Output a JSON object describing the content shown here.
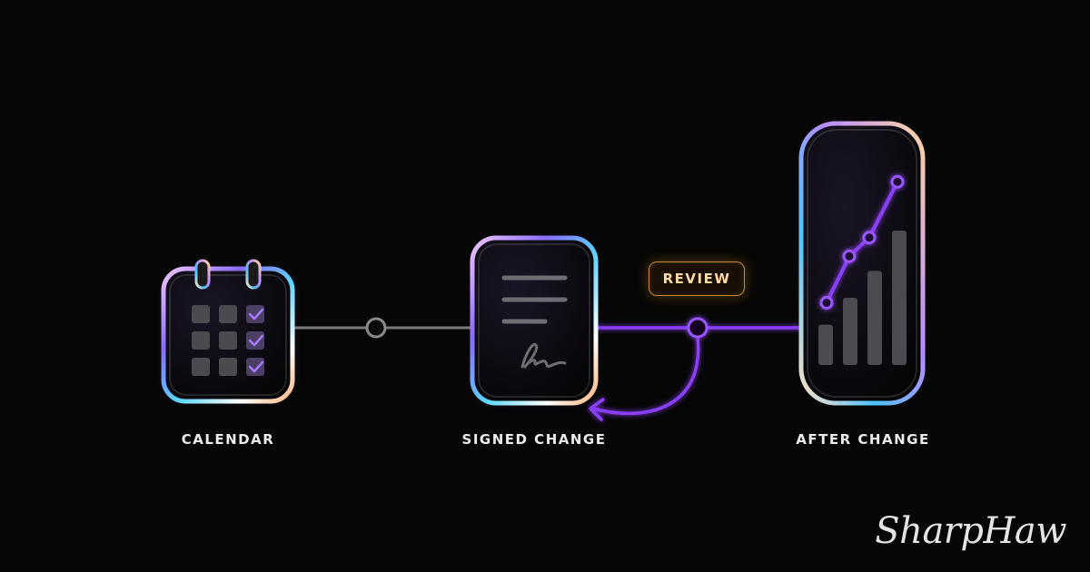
{
  "nodes": [
    {
      "id": "calendar",
      "label": "CALENDAR"
    },
    {
      "id": "signed",
      "label": "SIGNED CHANGE"
    },
    {
      "id": "after",
      "label": "AFTER CHANGE"
    }
  ],
  "badge": {
    "label": "REVIEW"
  },
  "brand": {
    "name": "SharpHaw"
  },
  "chart_data": {
    "type": "bar",
    "bar_values": [
      3,
      5,
      7,
      10
    ],
    "line_values": [
      3,
      5.5,
      6.5,
      9.5
    ]
  },
  "colors": {
    "background": "#060606",
    "connector_gray": "#7a7a7a",
    "connector_purple": "#8a3ff5",
    "review_orange": "#c98a2c",
    "label": "#ececec"
  },
  "icons": {
    "calendar": "calendar-icon",
    "document": "signed-document-icon",
    "chart": "bar-chart-icon"
  }
}
